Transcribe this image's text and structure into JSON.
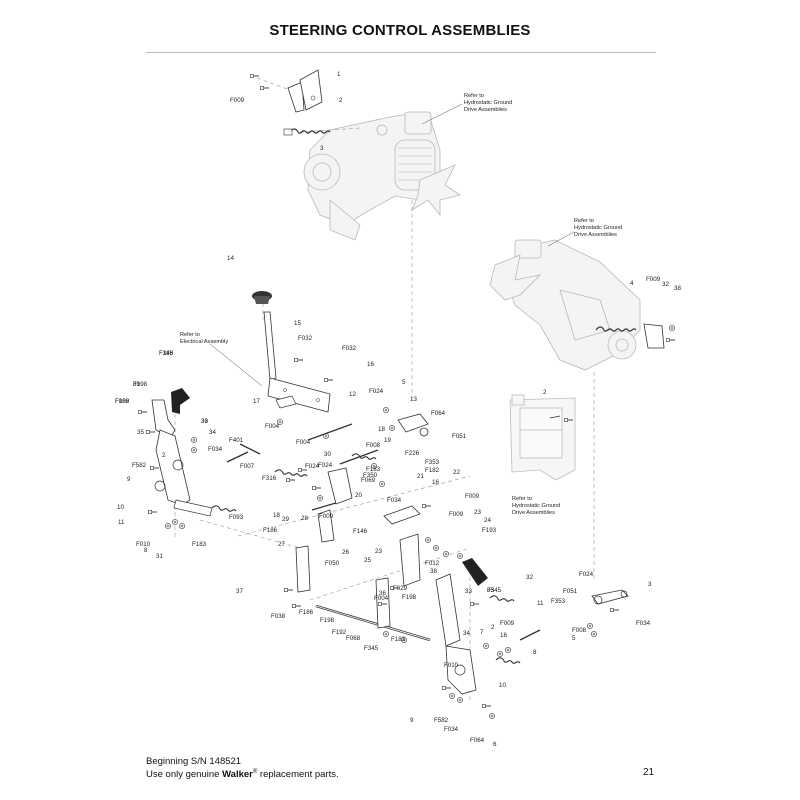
{
  "page": {
    "title": "STEERING CONTROL ASSEMBLIES",
    "footer_line1": "Beginning S/N 148521",
    "footer_prefix": "Use only genuine ",
    "footer_brand": "Walker",
    "footer_reg": "®",
    "footer_suffix": " replacement parts.",
    "page_number": "21"
  },
  "notes": {
    "hydro_ref": [
      "Refer to",
      "Hydrostatic Ground",
      "Drive Assemblies"
    ],
    "electrical_ref": [
      "Refer to",
      "Electrical Assembly"
    ]
  },
  "callouts": [
    "1",
    "2",
    "3",
    "F009",
    "14",
    "15",
    "F032",
    "F032",
    "16",
    "17",
    "F004",
    "F004",
    "12",
    "F024",
    "5",
    "13",
    "F064",
    "F051",
    "F008",
    "18",
    "19",
    "F226",
    "F353",
    "F024",
    "F183",
    "F350",
    "F182",
    "22",
    "21",
    "F069",
    "20",
    "F034",
    "16",
    "F009",
    "F009",
    "23",
    "24",
    "F193",
    "F316",
    "F024",
    "30",
    "28",
    "29",
    "18",
    "F186",
    "27",
    "F009",
    "F146",
    "26",
    "23",
    "25",
    "F050",
    "F012",
    "32",
    "38",
    "F345",
    "F198",
    "F188",
    "39",
    "F009",
    "33",
    "34",
    "35",
    "2",
    "F401",
    "F034",
    "F582",
    "9",
    "10",
    "11",
    "F010",
    "8",
    "F183",
    "31",
    "F093",
    "F007",
    "37",
    "F038",
    "F186",
    "F198",
    "36",
    "F029",
    "F004",
    "F068",
    "F192",
    "F345",
    "F183",
    "33",
    "35",
    "16",
    "F009",
    "34",
    "7",
    "2",
    "11",
    "8",
    "F010",
    "10",
    "9",
    "F582",
    "F034",
    "F064",
    "6",
    "F024",
    "F051",
    "F353",
    "F008",
    "5",
    "F034",
    "3",
    "2",
    "4",
    "F009",
    "32",
    "38",
    "F345",
    "F198",
    "F188",
    "39"
  ]
}
